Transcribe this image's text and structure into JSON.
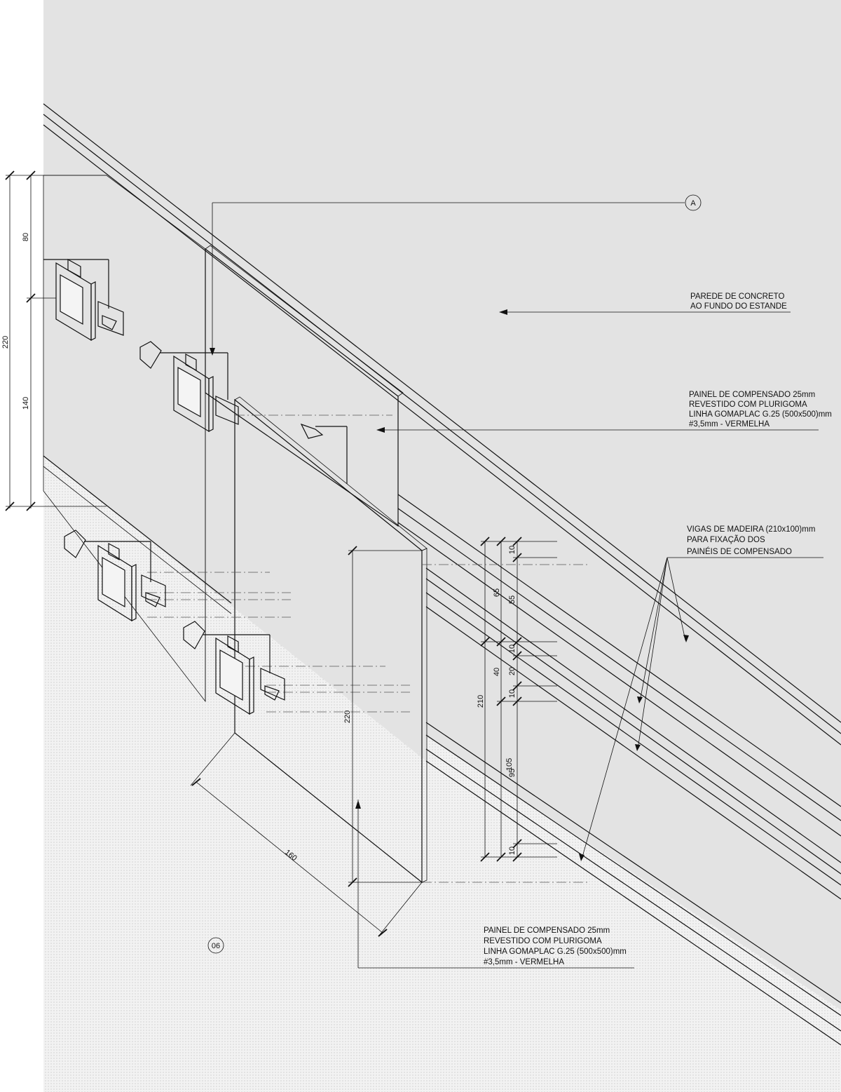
{
  "annotations": {
    "section_marker": "A",
    "wall": [
      "PAREDE DE CONCRETO",
      "AO FUNDO DO ESTANDE"
    ],
    "panel_back": [
      "PAINEL DE COMPENSADO 25mm",
      "REVESTIDO COM PLURIGOMA",
      "LINHA GOMAPLAC G.25 (500x500)mm",
      "#3,5mm - VERMELHA"
    ],
    "beams": [
      "VIGAS DE MADEIRA (210x100)mm",
      " PARA FIXAÇÃO DOS",
      "PAINÉIS DE COMPENSADO"
    ],
    "panel_front": [
      "PAINEL DE COMPENSADO 25mm",
      "REVESTIDO COM PLURIGOMA",
      "LINHA GOMAPLAC G.25 (500x500)mm",
      "#3,5mm - VERMELHA"
    ],
    "detail_number": "06"
  },
  "dimensions": {
    "left_total": "220",
    "left_top": "80",
    "left_bottom": "140",
    "panel_height": "220",
    "panel_width": "160",
    "beam_total": "210",
    "beam_a": "65",
    "beam_b": "40",
    "beam_c": "105",
    "beam_d": "55",
    "beam_e": "20",
    "beam_f": "95",
    "beam_g": "10",
    "beam_h": "10",
    "beam_i": "10",
    "beam_j": "10"
  },
  "colors": {
    "wall_fill": "#e3e3e3",
    "floor_fill": "#eeeeee",
    "panel_fill": "#ffffff",
    "line": "#111111"
  }
}
